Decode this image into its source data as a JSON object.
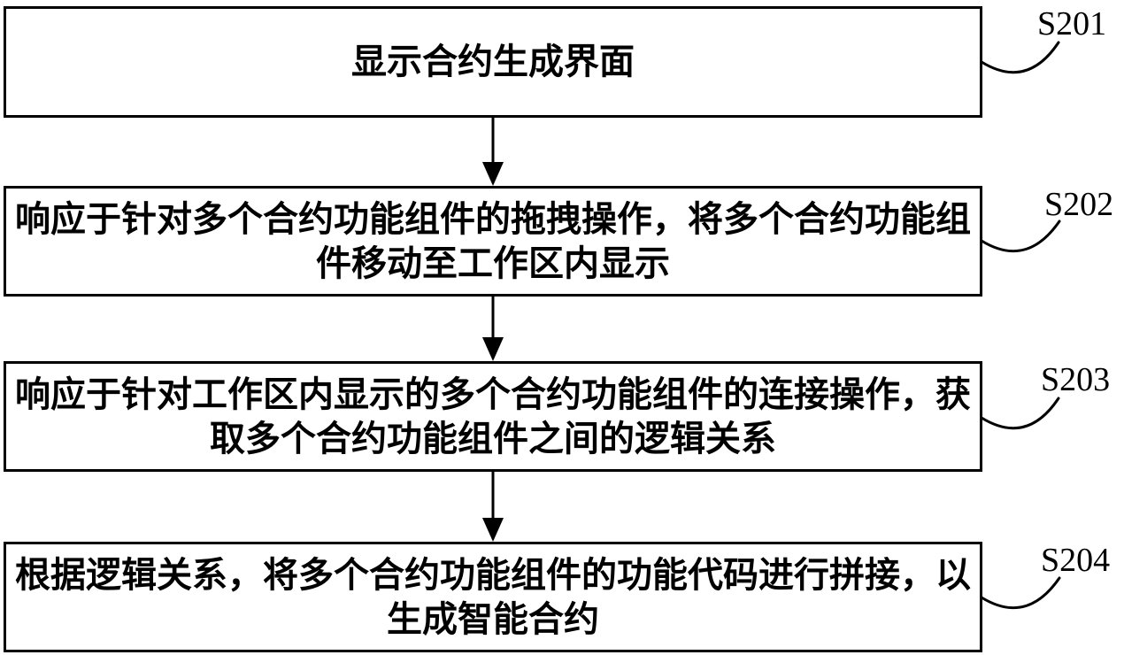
{
  "figure": {
    "type": "flowchart",
    "direction": "top-down",
    "background_color": "#ffffff",
    "line_color": "#000000",
    "edges": [
      [
        "S201",
        "S202"
      ],
      [
        "S202",
        "S203"
      ],
      [
        "S203",
        "S204"
      ]
    ]
  },
  "steps": [
    {
      "id": "S201",
      "text": "显示合约生成界面",
      "lines": [
        "显示合约生成界面"
      ]
    },
    {
      "id": "S202",
      "text": "响应于针对多个合约功能组件的拖拽操作，将多个合约功能组件移动至工作区内显示",
      "lines": [
        "响应于针对多个合约功能组件的拖拽操作，将多个合约功能组",
        "件移动至工作区内显示"
      ]
    },
    {
      "id": "S203",
      "text": "响应于针对工作区内显示的多个合约功能组件的连接操作，获取多个合约功能组件之间的逻辑关系",
      "lines": [
        "响应于针对工作区内显示的多个合约功能组件的连接操作，获",
        "取多个合约功能组件之间的逻辑关系"
      ]
    },
    {
      "id": "S204",
      "text": "根据逻辑关系，将多个合约功能组件的功能代码进行拼接，以生成智能合约",
      "lines": [
        "根据逻辑关系，将多个合约功能组件的功能代码进行拼接，以",
        "生成智能合约"
      ]
    }
  ]
}
